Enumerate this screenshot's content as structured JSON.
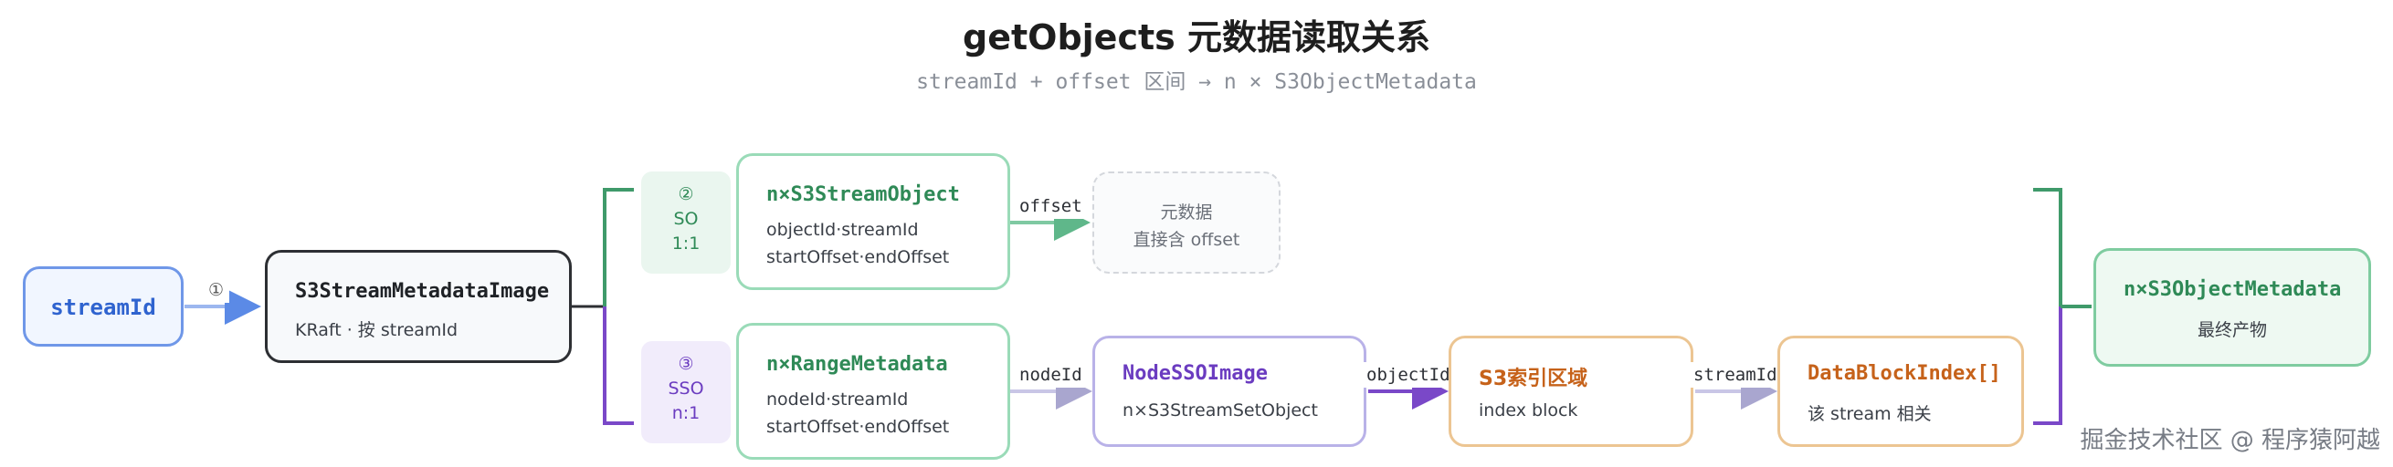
{
  "header": {
    "title": "getObjects 元数据读取关系",
    "subtitle": "streamId + offset 区间 → n × S3ObjectMetadata"
  },
  "nodes": {
    "stream_id": {
      "title": "streamId"
    },
    "stream_meta": {
      "title": "S3StreamMetadataImage",
      "line1": "KRaft · 按 streamId"
    },
    "stream_object": {
      "title": "n×S3StreamObject",
      "line1": "objectId·streamId",
      "line2": "startOffset·endOffset"
    },
    "metadata_note": {
      "line1": "元数据",
      "line2": "直接含 offset"
    },
    "range_meta": {
      "title": "n×RangeMetadata",
      "line1": "nodeId·streamId",
      "line2": "startOffset·endOffset"
    },
    "node_sso": {
      "title": "NodeSSOImage",
      "line1": "n×S3StreamSetObject"
    },
    "s3_index": {
      "title": "S3索引区域",
      "line1": "index block"
    },
    "data_block_index": {
      "title": "DataBlockIndex[]",
      "line1": "该 stream 相关"
    },
    "result": {
      "title": "n×S3ObjectMetadata",
      "line1": "最终产物"
    }
  },
  "edges": {
    "step1": "①",
    "offset": "offset",
    "node_id": "nodeId",
    "object_id": "objectId",
    "stream_id": "streamId"
  },
  "badges": {
    "so": {
      "num": "②",
      "name": "SO",
      "ratio": "1:1"
    },
    "sso": {
      "num": "③",
      "name": "SSO",
      "ratio": "n:1"
    }
  },
  "watermark": "掘金技术社区 @ 程序猿阿越",
  "colors": {
    "blue": "#5b8ae6",
    "green": "#3f9a6a",
    "purple": "#7a48c8",
    "orange": "#e8b26a",
    "dark": "#2d2f33"
  }
}
